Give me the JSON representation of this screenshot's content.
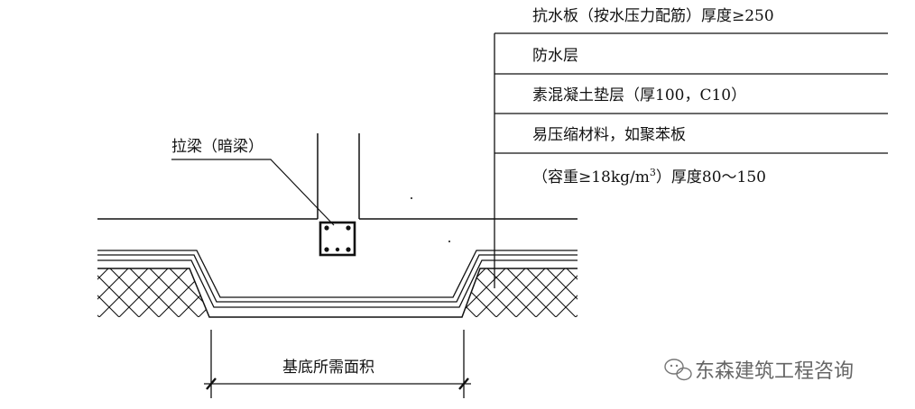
{
  "diagram": {
    "labels": {
      "layer_top": "抗水板（按水压力配筋）厚度≥250",
      "layer_waterproof": "防水层",
      "layer_concrete": "素混凝土垫层（厚100，C10）",
      "layer_compressible_1": "易压缩材料，如聚苯板",
      "layer_compressible_2_pre": "（容重≥18kg/m",
      "layer_compressible_2_sup": "3",
      "layer_compressible_2_post": "）厚度80～150",
      "tie_beam": "拉梁（暗梁）",
      "base_area": "基底所需面积"
    },
    "watermark": {
      "text": "东森建筑工程咨询",
      "icon": "wechat-icon"
    },
    "colors": {
      "line": "#111111",
      "watermark": "#666666"
    }
  }
}
